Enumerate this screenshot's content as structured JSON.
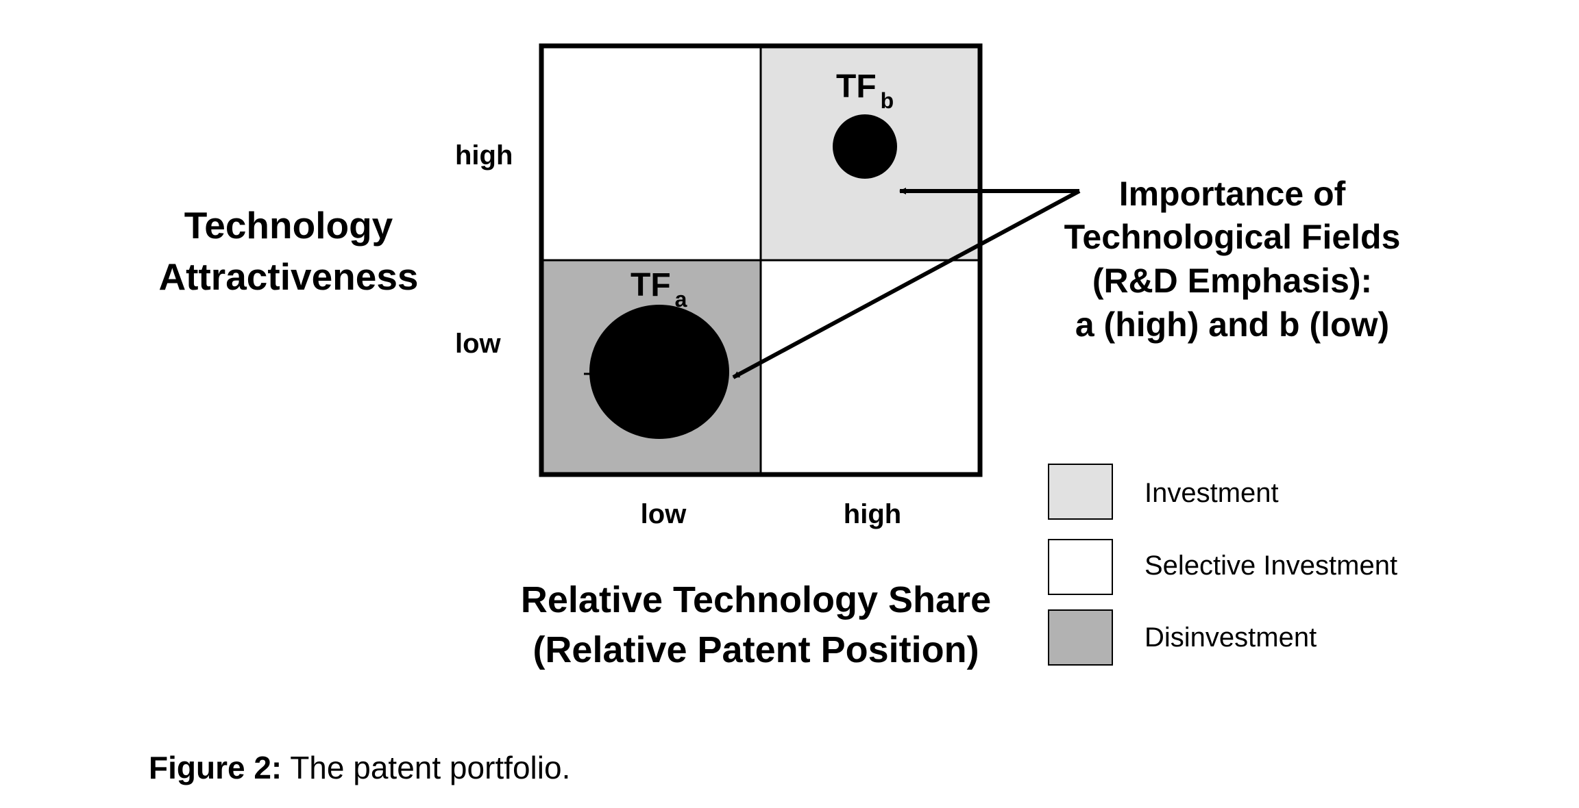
{
  "y_axis": {
    "title_line1": "Technology",
    "title_line2": "Attractiveness",
    "tick_high": "high",
    "tick_low": "low"
  },
  "x_axis": {
    "tick_low": "low",
    "tick_high": "high",
    "title_line1": "Relative Technology Share",
    "title_line2": "(Relative Patent Position)"
  },
  "bubbles": {
    "a": {
      "base": "TF",
      "subscript": "a",
      "importance": "high"
    },
    "b": {
      "base": "TF",
      "subscript": "b",
      "importance": "low"
    }
  },
  "annotation": {
    "line1": "Importance of",
    "line2": "Technological Fields",
    "line3": "(R&D Emphasis):",
    "line4": "a (high) and b (low)"
  },
  "legend": {
    "items": [
      {
        "label": "Investment",
        "color": "#e1e1e1"
      },
      {
        "label": "Selective Investment",
        "color": "#ffffff"
      },
      {
        "label": "Disinvestment",
        "color": "#b2b2b2"
      }
    ]
  },
  "caption": {
    "label": "Figure 2:",
    "text": " The patent portfolio."
  },
  "colors": {
    "investment": "#e1e1e1",
    "selective": "#ffffff",
    "disinvestment": "#b2b2b2",
    "ink": "#000000"
  }
}
